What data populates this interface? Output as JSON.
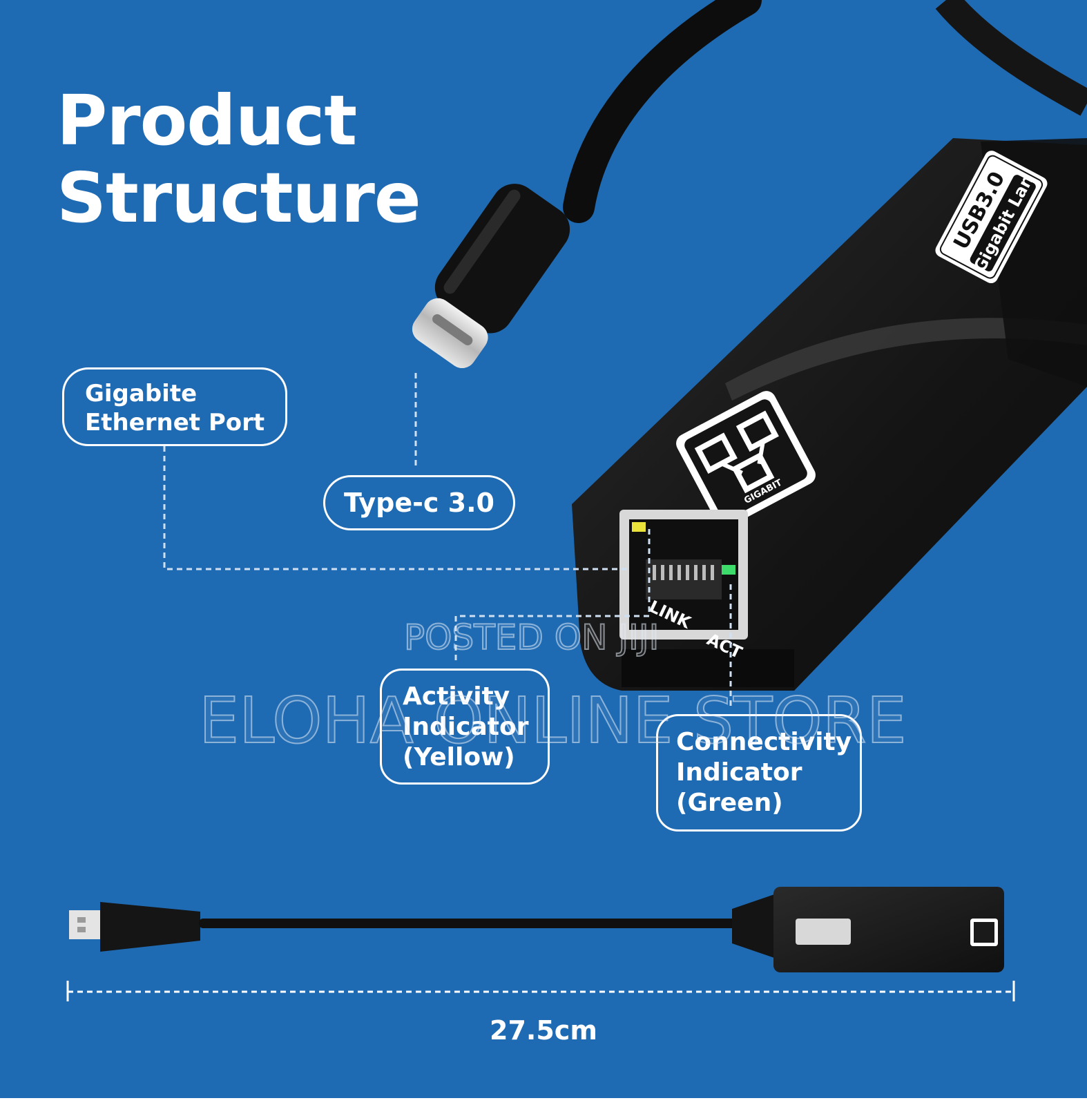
{
  "heading": {
    "line1": "Product",
    "line2": "Structure"
  },
  "callouts": {
    "ethernet_port": {
      "line1": "Gigabite",
      "line2": "Ethernet Port"
    },
    "type_c": {
      "label": "Type-c 3.0"
    },
    "activity": {
      "line1": "Activity",
      "line2": "Indicator",
      "line3": "(Yellow)"
    },
    "connectivity": {
      "line1": "Connectivity",
      "line2": "Indicator",
      "line3": "(Green)"
    }
  },
  "device_labels": {
    "badge_line1": "USB3.0",
    "badge_line2": "Gigabit Lan",
    "logo_text": "GIGABIT",
    "port_link": "LINK",
    "port_act": "ACT"
  },
  "dimension": {
    "length": "27.5cm"
  },
  "watermark": {
    "line1": "POSTED ON JIJI",
    "line2": "ELOHA ONLINE STORE"
  },
  "colors": {
    "background": "#1f6bb3",
    "device": "#1a1a1a",
    "outline": "#ffffff",
    "led_yellow": "#e8e23a",
    "led_green": "#3ddc6a"
  }
}
